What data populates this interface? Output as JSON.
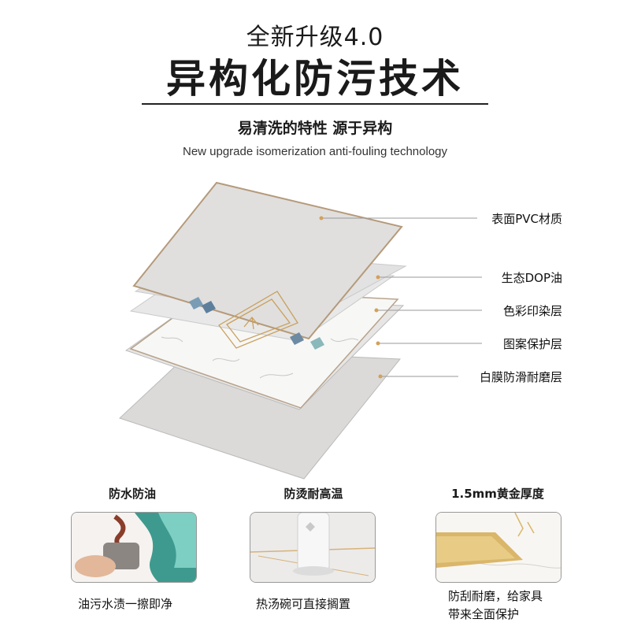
{
  "header": {
    "subtitle": "全新升级4.0",
    "title": "异构化防污技术",
    "tagline": "易清洗的特性 源于异构",
    "english": "New upgrade isomerization anti-fouling technology"
  },
  "layers": {
    "labels": [
      "表面PVC材质",
      "生态DOP油",
      "色彩印染层",
      "图案保护层",
      "白膜防滑耐磨层"
    ]
  },
  "features": [
    {
      "title": "防水防油",
      "caption_lines": [
        "油污水渍一擦即净"
      ]
    },
    {
      "title": "防烫耐高温",
      "caption_lines": [
        "热汤碗可直接搁置"
      ]
    },
    {
      "title": "1.5mm黄金厚度",
      "caption_lines": [
        "防刮耐磨，给家具",
        "带来全面保护"
      ]
    }
  ]
}
